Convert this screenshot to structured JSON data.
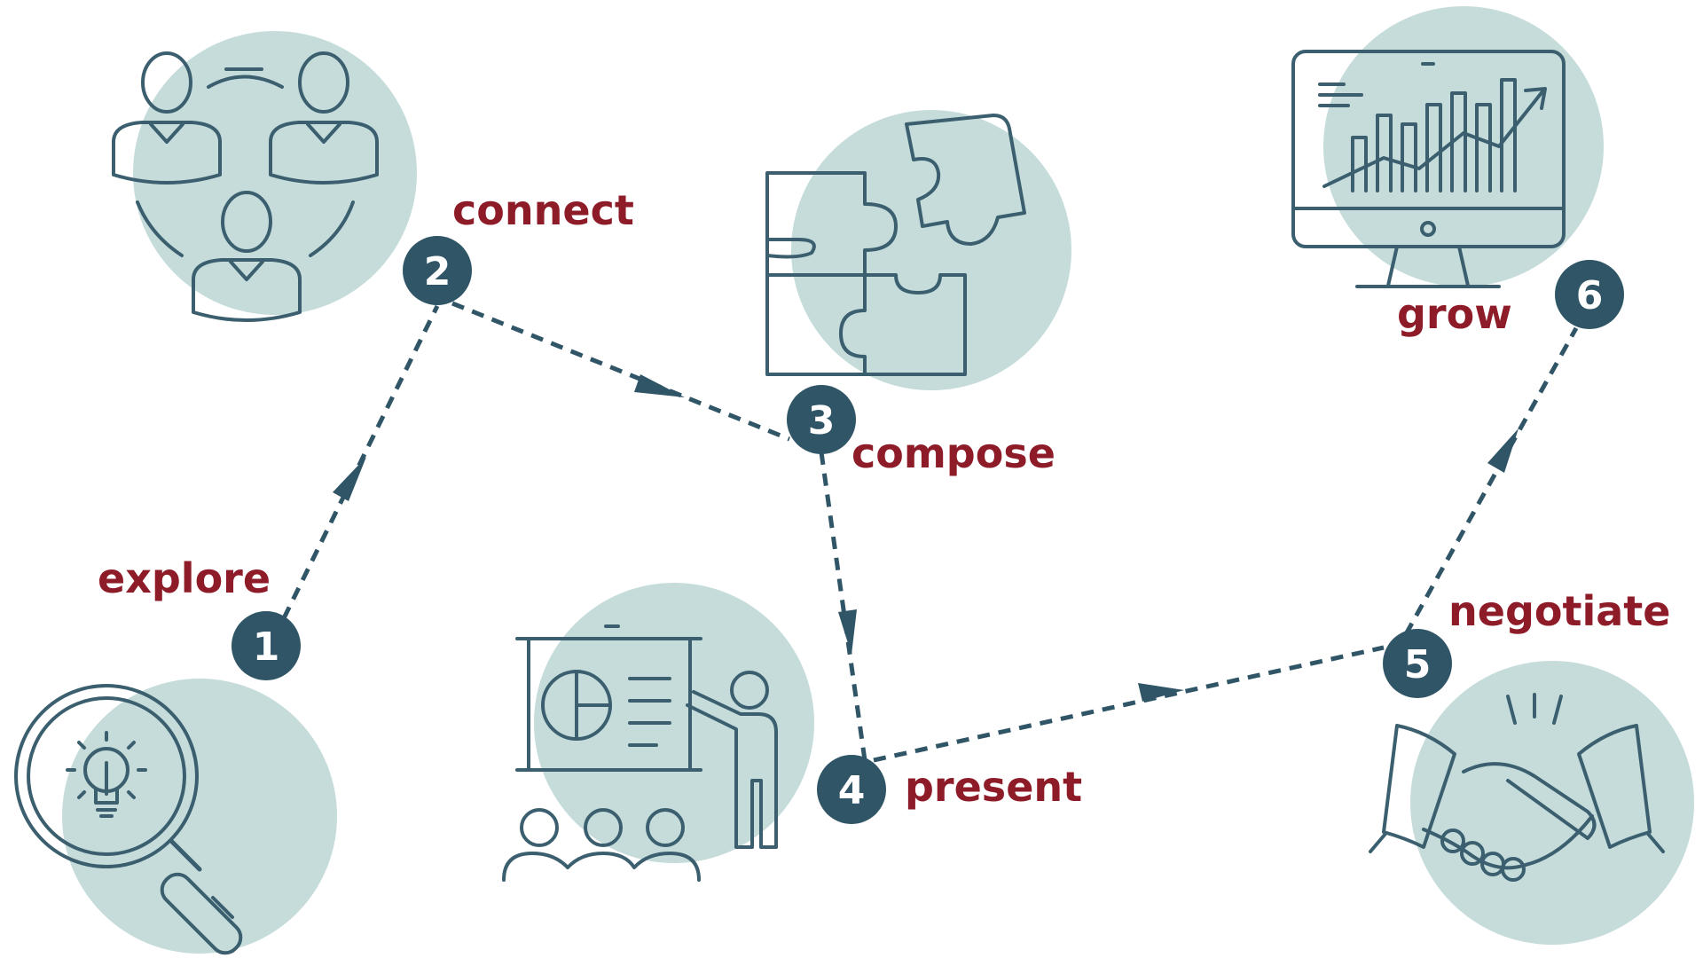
{
  "colors": {
    "label": "#8e1b28",
    "marker": "#2f5566",
    "circle_bg": "#c5dcdb",
    "icon_stroke": "#3b5f6f"
  },
  "steps": [
    {
      "number": "1",
      "label": "explore",
      "icon": "magnifier-lightbulb-icon"
    },
    {
      "number": "2",
      "label": "connect",
      "icon": "people-network-icon"
    },
    {
      "number": "3",
      "label": "compose",
      "icon": "puzzle-icon"
    },
    {
      "number": "4",
      "label": "present",
      "icon": "presentation-icon"
    },
    {
      "number": "5",
      "label": "negotiate",
      "icon": "handshake-icon"
    },
    {
      "number": "6",
      "label": "grow",
      "icon": "growth-chart-monitor-icon"
    }
  ]
}
